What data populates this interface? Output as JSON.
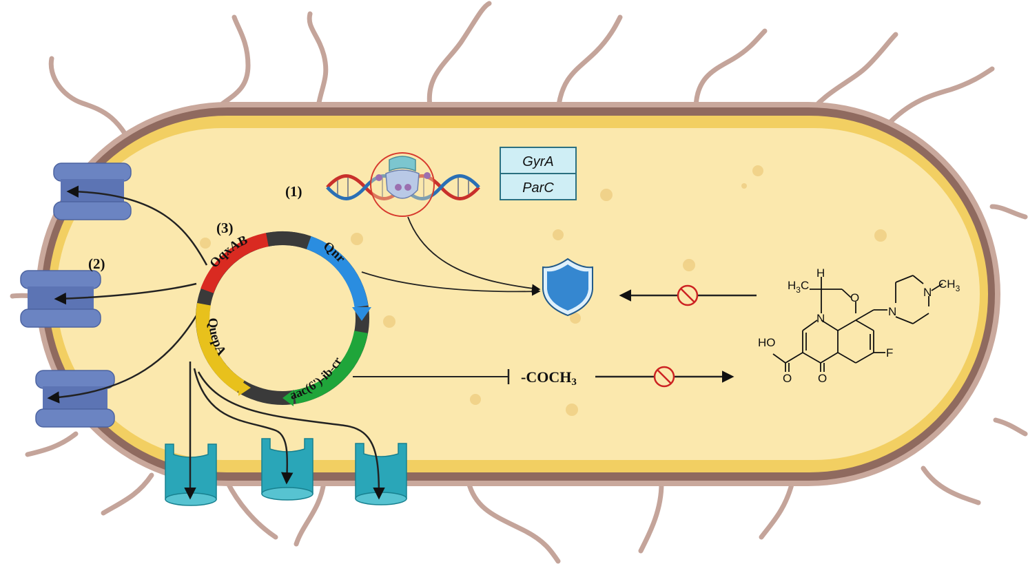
{
  "labels": {
    "step1": "(1)",
    "step2": "(2)",
    "step3": "(3)"
  },
  "target_genes": [
    "GyrA",
    "ParC"
  ],
  "plasmid_genes": {
    "oqxab": "OqxAB",
    "qnr": "Qnr",
    "qepa": "QuepA",
    "aac": "aac(6')-ib-cr"
  },
  "acetylation": {
    "prefix": "-COCH",
    "subscript": "3"
  },
  "molecule": {
    "h3c": "H",
    "h3c_sub": "3",
    "h3c_tail": "C",
    "h": "H",
    "n_ring": "N",
    "o_ring": "O",
    "n_pip1": "N",
    "n_pip2": "N",
    "ch3": "CH",
    "ch3_sub": "3",
    "ho": "HO",
    "f": "F",
    "o_acid": "O",
    "o_keto": "O"
  },
  "colors": {
    "cell_fill": "#fbe8ad",
    "cell_inner_band": "#f2cf62",
    "cell_wall": "#8f6a5f",
    "cell_outer": "#c9a89c",
    "flagella": "#c4a49a",
    "efflux_pump": "#6b84c2",
    "porin": "#2aa6b8",
    "oqxab": "#d92a21",
    "qnr": "#2a8de0",
    "qepa": "#e8c11c",
    "aac": "#1fa53a",
    "backbone": "#3a3a3a",
    "shield": "#3587d0",
    "inhibit": "#cc2222",
    "gene_box": "#cfeef5"
  },
  "icons": [
    "dna-icon",
    "topoisomerase-icon",
    "shield-icon",
    "no-entry-icon",
    "efflux-pump-icon",
    "porin-icon"
  ]
}
